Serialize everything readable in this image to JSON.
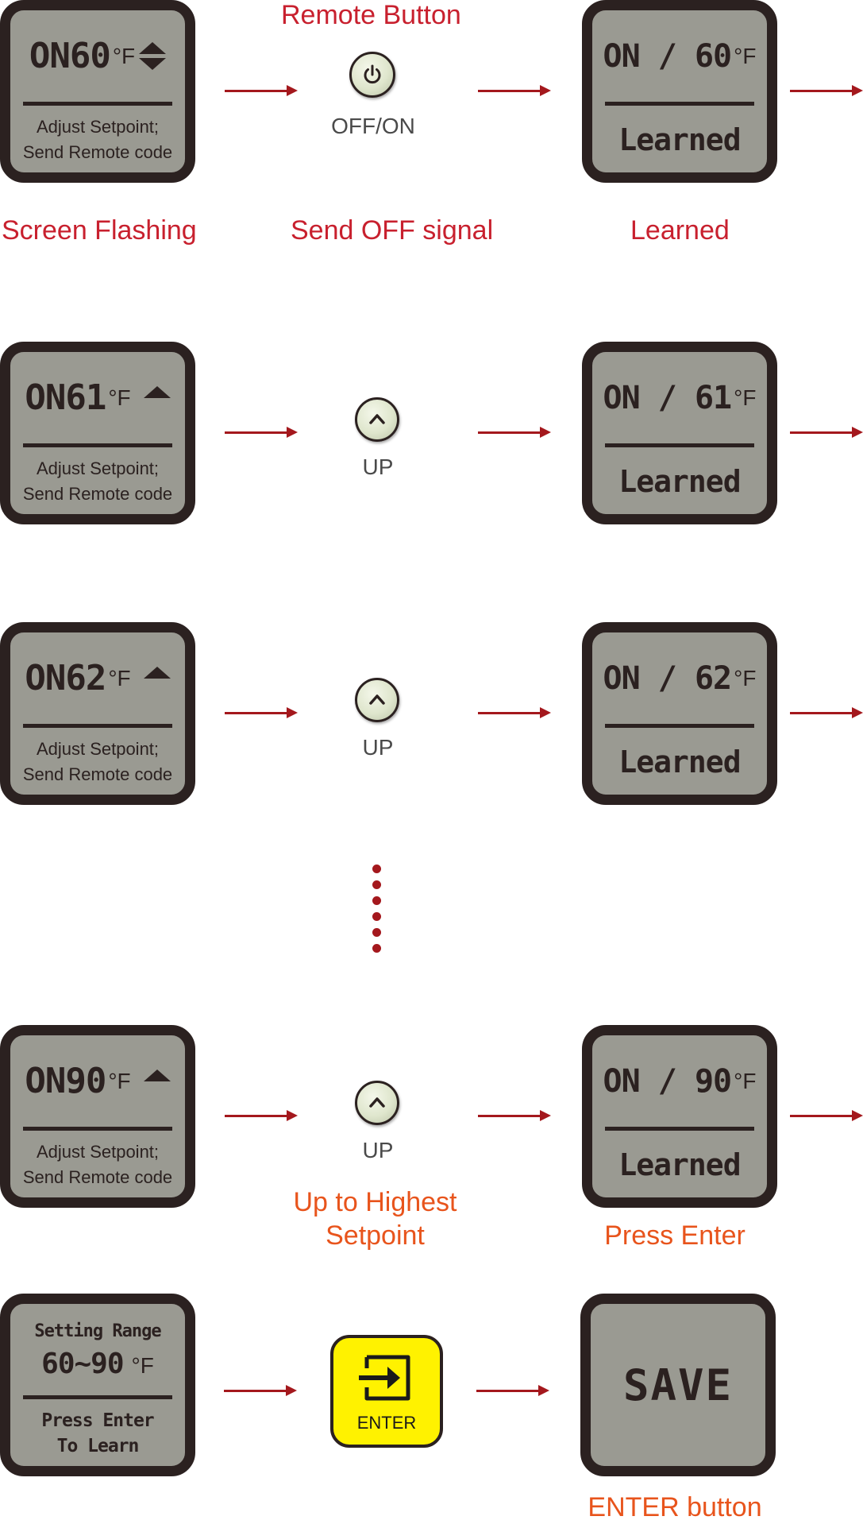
{
  "header": {
    "remote_button_label": "Remote Button"
  },
  "rows": [
    {
      "lcd_left": {
        "mode": "ON",
        "temp": "60",
        "unit": "°F",
        "line1": "Adjust Setpoint;",
        "line2": "Send Remote code"
      },
      "button_label": "OFF/ON",
      "lcd_right": {
        "main": "ON / 60",
        "unit": "°F",
        "status": "Learned"
      }
    },
    {
      "lcd_left": {
        "mode": "ON",
        "temp": "61",
        "unit": "°F",
        "line1": "Adjust Setpoint;",
        "line2": "Send Remote code"
      },
      "button_label": "UP",
      "lcd_right": {
        "main": "ON / 61",
        "unit": "°F",
        "status": "Learned"
      }
    },
    {
      "lcd_left": {
        "mode": "ON",
        "temp": "62",
        "unit": "°F",
        "line1": "Adjust Setpoint;",
        "line2": "Send Remote code"
      },
      "button_label": "UP",
      "lcd_right": {
        "main": "ON / 62",
        "unit": "°F",
        "status": "Learned"
      }
    },
    {
      "lcd_left": {
        "mode": "ON",
        "temp": "90",
        "unit": "°F",
        "line1": "Adjust Setpoint;",
        "line2": "Send Remote code"
      },
      "button_label": "UP",
      "lcd_right": {
        "main": "ON / 90",
        "unit": "°F",
        "status": "Learned"
      }
    }
  ],
  "captions": {
    "screen_flashing": "Screen Flashing",
    "send_off_signal": "Send OFF signal",
    "learned": "Learned",
    "up_to_highest_line1": "Up to Highest",
    "up_to_highest_line2": "Setpoint",
    "press_enter": "Press Enter",
    "enter_button": "ENTER button"
  },
  "final_row": {
    "lcd_left": {
      "line1": "Setting Range",
      "range": "60~90",
      "unit": "°F",
      "line3": "Press Enter",
      "line4": "To Learn"
    },
    "enter_label": "ENTER",
    "lcd_right": {
      "text": "SAVE"
    }
  },
  "colors": {
    "red": "#c8202e",
    "orange": "#e8541c",
    "arrow": "#a4181d",
    "lcd_bg": "#9a9a92",
    "lcd_border": "#2b2120",
    "enter_yellow": "#fff200"
  }
}
